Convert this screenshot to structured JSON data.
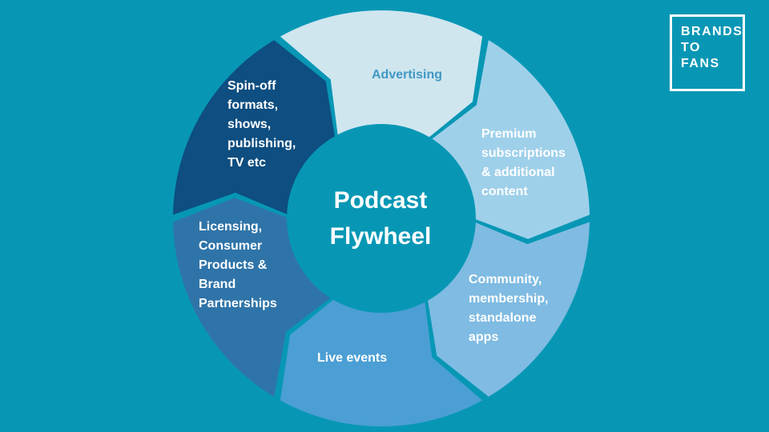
{
  "logo": {
    "line1": "BRANDS",
    "line2": "TO",
    "line3": "FANS"
  },
  "center": {
    "title": "Podcast",
    "subtitle": "Flywheel"
  },
  "segments": [
    {
      "label": "Advertising",
      "fill": "#cfe6ef",
      "text_color": "#3f98c4"
    },
    {
      "label": "Premium\nsubscriptions\n& additional\ncontent",
      "fill": "#9fd0ea",
      "text_color": "#ffffff"
    },
    {
      "label": "Community,\nmembership,\nstandalone\napps",
      "fill": "#7fbbe2",
      "text_color": "#ffffff"
    },
    {
      "label": "Live events",
      "fill": "#4b9fd4",
      "text_color": "#ffffff"
    },
    {
      "label": "Licensing,\nConsumer\nProducts &\nBrand\nPartnerships",
      "fill": "#2f74a8",
      "text_color": "#ffffff"
    },
    {
      "label": "Spin-off\nformats,\nshows,\npublishing,\nTV etc",
      "fill": "#0e4e80",
      "text_color": "#ffffff"
    }
  ],
  "colors": {
    "background": "#0797b5",
    "hub": "#0797b5"
  }
}
